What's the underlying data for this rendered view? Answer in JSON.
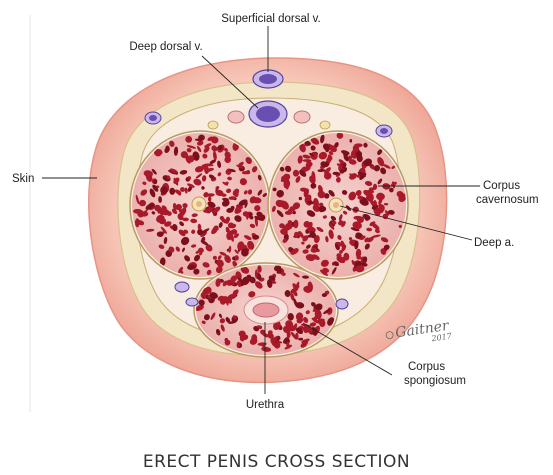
{
  "labels": {
    "superficial_dorsal_v": "Superficial dorsal v.",
    "deep_dorsal_v": "Deep dorsal v.",
    "skin": "Skin",
    "corpus_cavernosum_1": "Corpus",
    "corpus_cavernosum_2": "cavernosum",
    "deep_a": "Deep a.",
    "corpus_spongiosum_1": "Corpus",
    "corpus_spongiosum_2": "spongiosum",
    "urethra": "Urethra"
  },
  "signature": {
    "name": "Gaitner",
    "year": "2017"
  },
  "caption": "ERECT PENIS CROSS SECTION",
  "colors": {
    "skin": "#f4b6a9",
    "skin_inner": "#f9d6c4",
    "fascia": "#efe3c2",
    "tunica": "#f7eadc",
    "tissue_fill": "#f2c9c4",
    "tissue_blob": "#a8192a",
    "tissue_blob_dark": "#7c0f1c",
    "vein": "#6a4fb3",
    "urethra": "#e89aa0"
  }
}
